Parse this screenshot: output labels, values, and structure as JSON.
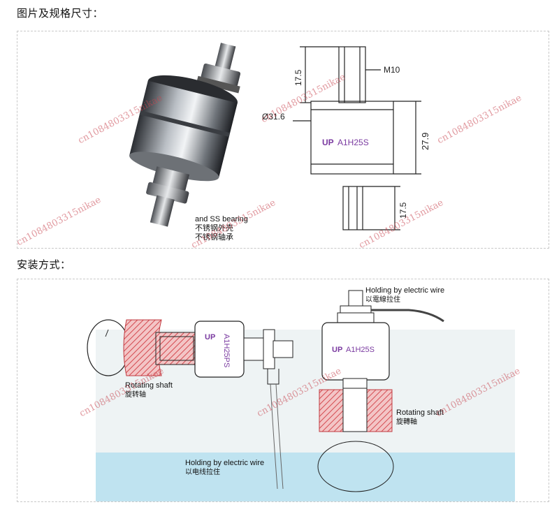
{
  "section1": {
    "heading": "图片及规格尺寸："
  },
  "section2": {
    "heading": "安装方式："
  },
  "product": {
    "photo_caption_lines": [
      "and SS bearing",
      "不锈钢外壳",
      "不锈钢轴承"
    ],
    "drawing": {
      "model_label": "A1H25S",
      "logo_text": "UP",
      "thread_label": "M10",
      "diameter_label": "Ø31.6",
      "dim_top": "17.5",
      "dim_body": "27.9",
      "dim_bottom": "17.5"
    }
  },
  "install": {
    "left": {
      "model_label": "A1H25PS",
      "logo_text": "UP",
      "shaft_label_en": "Rotating shaft",
      "shaft_label_zh": "旋转轴",
      "wire_label_en": "Holding by electric wire",
      "wire_label_zh": "以电线拉住"
    },
    "right": {
      "model_label": "A1H25S",
      "logo_text": "UP",
      "wire_label_en": "Holding by electric wire",
      "wire_label_zh": "以電線拉住",
      "shaft_label_en": "Rotating shaft",
      "shaft_label_zh": "旋轉軸"
    }
  },
  "watermark_text": "cn1084803315nikae",
  "colors": {
    "hatch": "#d44a50",
    "water": "#bfe3f0",
    "sky": "#eef3f4",
    "metal": "#8a8f96"
  }
}
